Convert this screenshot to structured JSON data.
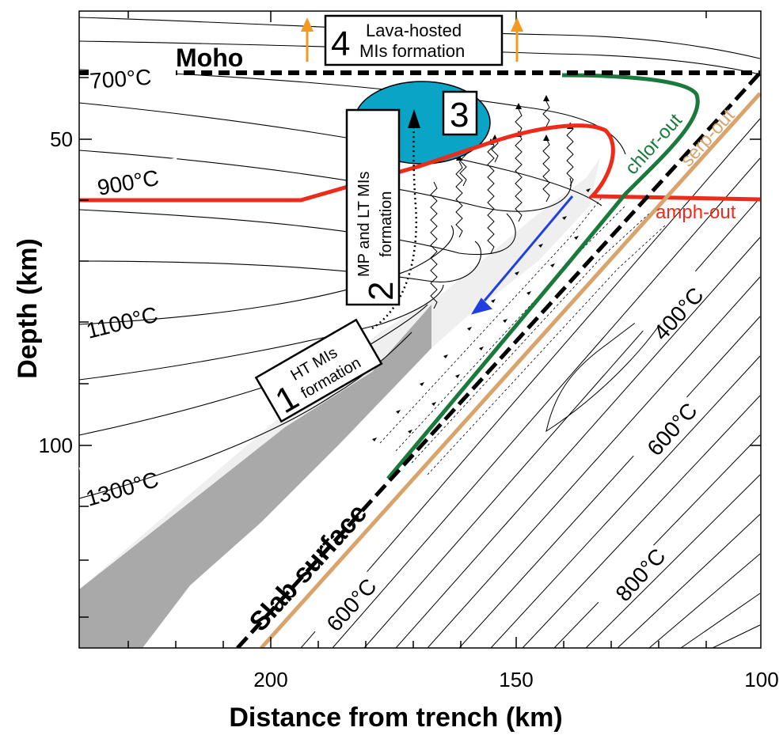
{
  "axes": {
    "xlabel": "Distance from trench (km)",
    "ylabel": "Depth (km)",
    "x_ticks": [
      "200",
      "150",
      "100"
    ],
    "y_ticks": [
      "50",
      "100"
    ]
  },
  "isotherms": {
    "t700": "700°C",
    "t900": "900°C",
    "t1100": "1100°C",
    "t1300": "1300°C",
    "t400": "400°C",
    "t600_slab": "600°C",
    "t600_right": "600°C",
    "t800": "800°C"
  },
  "labels": {
    "moho": "Moho",
    "slab_surface": "Slab surface",
    "chlor_out": "chlor-out",
    "serp_out": "serp-out",
    "amph_out": "amph-out"
  },
  "stages": {
    "s1_num": "1",
    "s1_line1": "HT MIs",
    "s1_line2": "formation",
    "s2_num": "2",
    "s2_line1": "MP and LT MIs",
    "s2_line2": "formation",
    "s3_num": "3",
    "s4_num": "4",
    "s4_line1": "Lava-hosted",
    "s4_line2": "MIs formation"
  },
  "colors": {
    "amph_out": "#ee2a1b",
    "chlor_out": "#1a7a3c",
    "serp_out": "#d9a36c",
    "magma": "#0aa4c7",
    "flow_arrow": "#1f3fe0",
    "ascent_arrow": "#f39a1e",
    "wedge_dark": "#a9a9a9",
    "wedge_light": "#efefef"
  }
}
